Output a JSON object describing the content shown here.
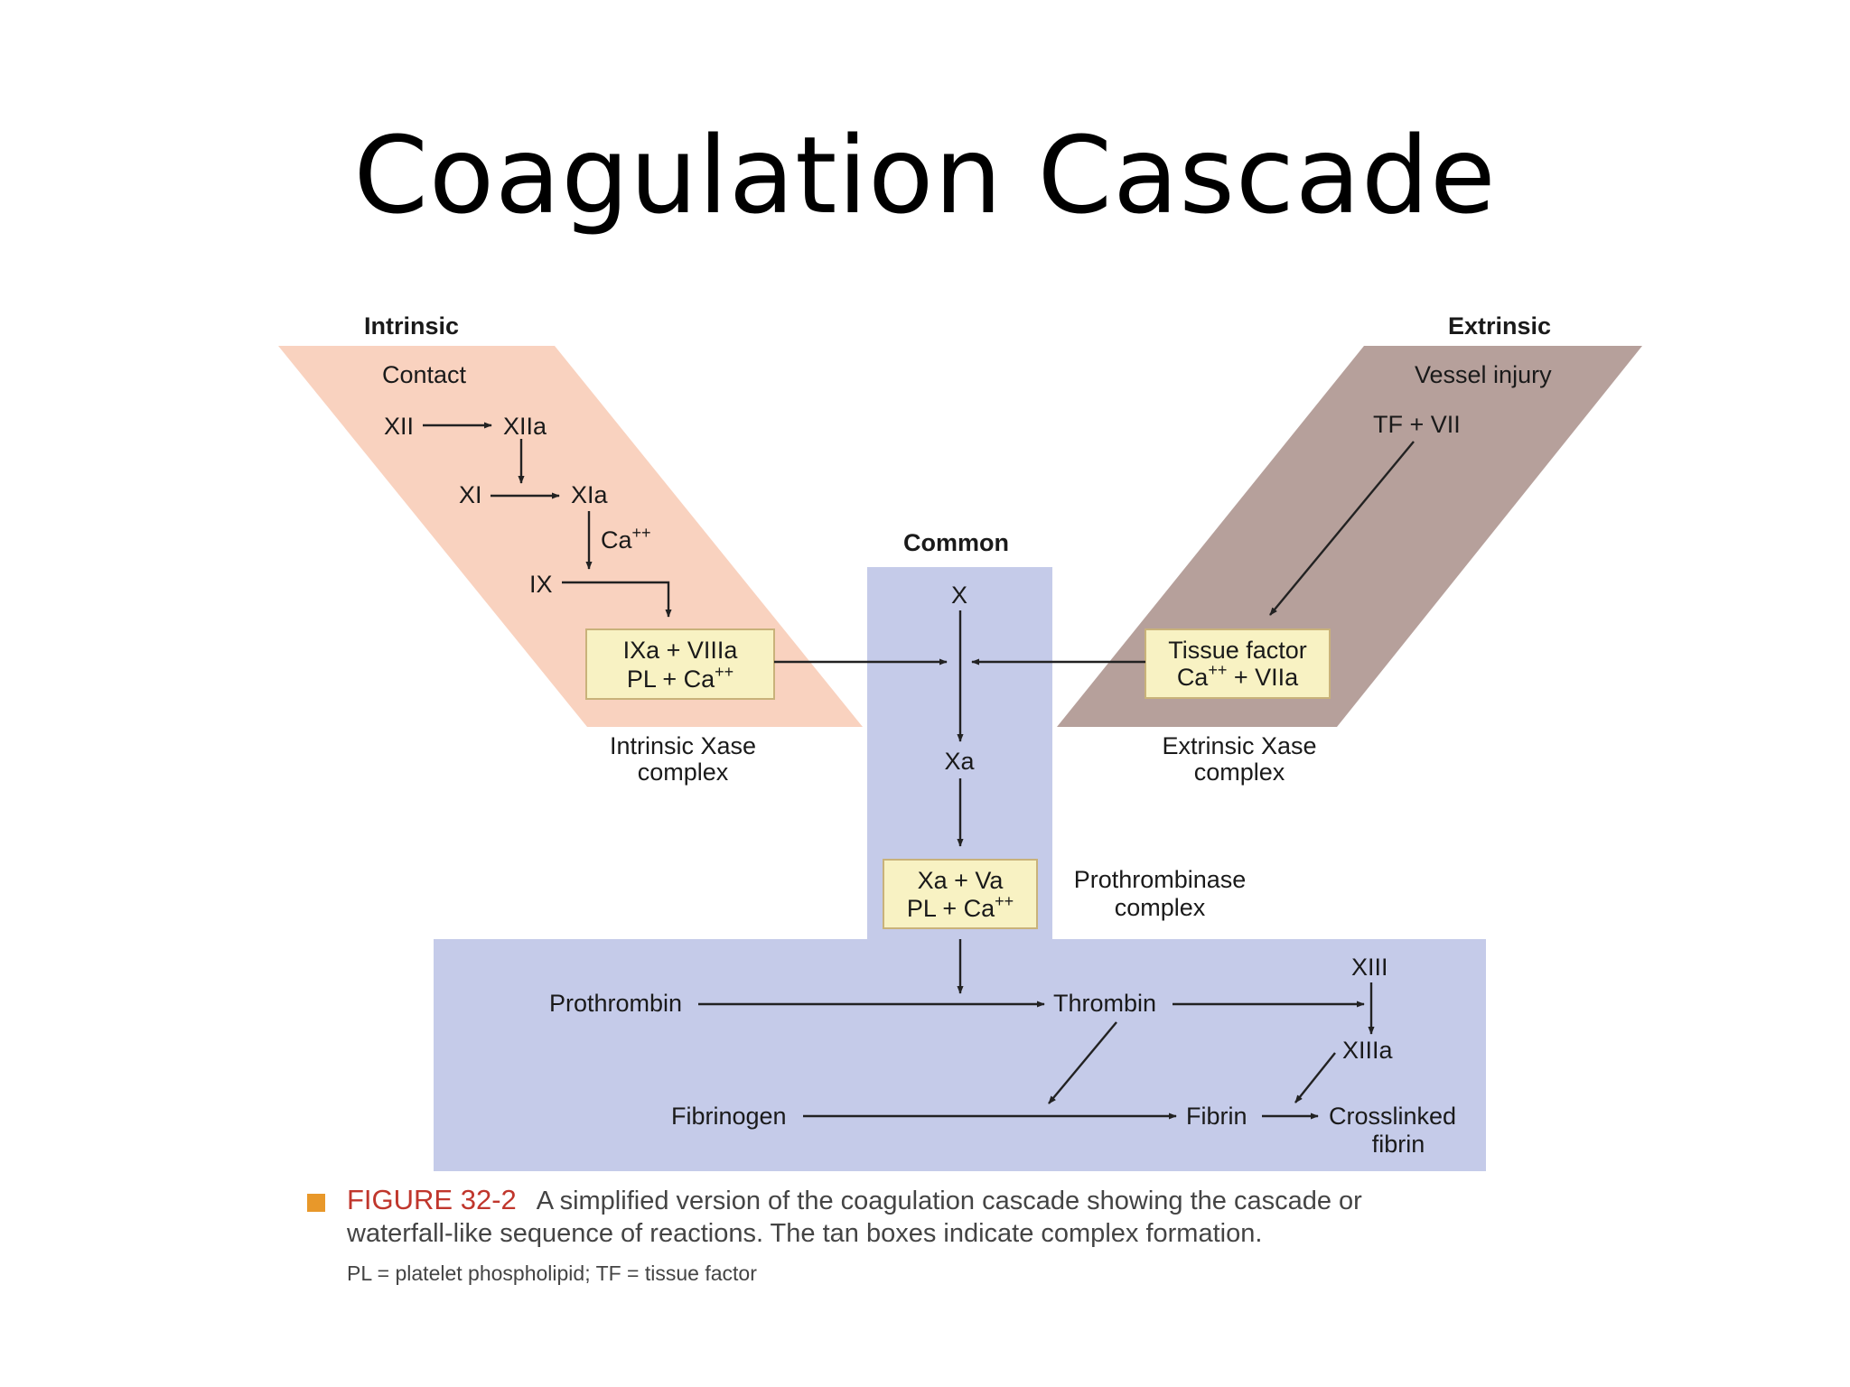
{
  "slide": {
    "title": "Coagulation Cascade"
  },
  "colors": {
    "intrinsic_panel": "#f9d2bf",
    "extrinsic_panel": "#b6a09b",
    "common_panel": "#c5cbe9",
    "complex_box": "#f8f2c3",
    "complex_box_border": "#c9b27a",
    "figure_number": "#c0362c",
    "caption_bullet": "#e8982a"
  },
  "diagram": {
    "intrinsic": {
      "header": "Intrinsic",
      "trigger": "Contact",
      "n_xii": "XII",
      "n_xiia": "XIIa",
      "n_xi": "XI",
      "n_xia": "XIa",
      "cofactor_ca": "Ca",
      "n_ix": "IX",
      "complex_line1": "IXa + VIIIa",
      "complex_line2": "PL + Ca",
      "complex_label_line1": "Intrinsic Xase",
      "complex_label_line2": "complex"
    },
    "extrinsic": {
      "header": "Extrinsic",
      "trigger": "Vessel injury",
      "n_tf_vii": "TF + VII",
      "complex_line1": "Tissue factor",
      "complex_line2_a": "Ca",
      "complex_line2_b": " + VIIa",
      "complex_label_line1": "Extrinsic Xase",
      "complex_label_line2": "complex"
    },
    "common": {
      "header": "Common",
      "n_x": "X",
      "n_xa": "Xa",
      "complex_line1": "Xa + Va",
      "complex_line2": "PL + Ca",
      "complex_label_line1": "Prothrombinase",
      "complex_label_line2": "complex",
      "n_prothrombin": "Prothrombin",
      "n_thrombin": "Thrombin",
      "n_xiii": "XIII",
      "n_xiiia": "XIIIa",
      "n_fibrinogen": "Fibrinogen",
      "n_fibrin": "Fibrin",
      "n_crosslinked_line1": "Crosslinked",
      "n_crosslinked_line2": "fibrin"
    },
    "superscript": "++"
  },
  "caption": {
    "figure_number": "FIGURE 32-2",
    "line1": "A simplified version of the coagulation cascade showing the cascade or",
    "line2": "waterfall-like sequence of reactions. The tan boxes indicate complex formation.",
    "footnote": "PL = platelet phospholipid; TF = tissue factor"
  }
}
